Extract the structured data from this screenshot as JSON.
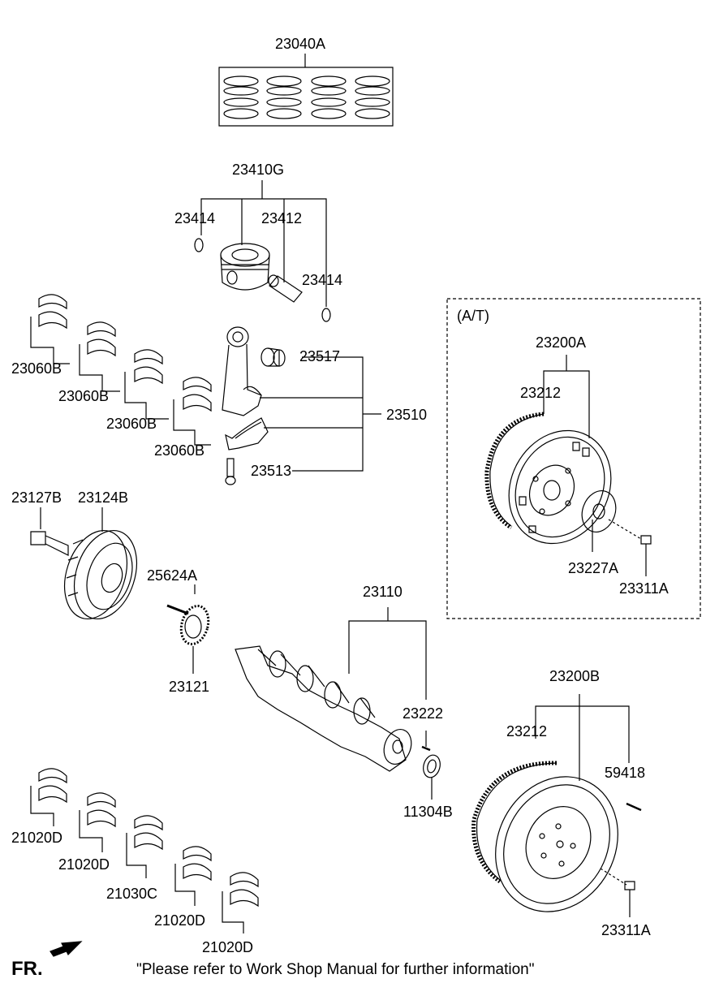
{
  "labels": {
    "ring_set": "23040A",
    "piston_assy": "23410G",
    "snap_ring_left": "23414",
    "piston_pin": "23412",
    "snap_ring_right": "23414",
    "bush": "23517",
    "conrod_assy": "23510",
    "conrod_bolt": "23513",
    "conrod_bearing_1": "23060B",
    "conrod_bearing_2": "23060B",
    "conrod_bearing_3": "23060B",
    "conrod_bearing_4": "23060B",
    "at_tag": "(A/T)",
    "drive_plate_assy": "23200A",
    "ring_gear_at": "23212",
    "adapter_plate": "23227A",
    "drive_plate_bolt": "23311A",
    "pulley_bolt": "23127B",
    "damper_pulley": "23124B",
    "key": "25624A",
    "sprocket": "23121",
    "crankshaft": "23110",
    "pin": "23222",
    "oil_seal": "11304B",
    "flywheel_assy": "23200B",
    "ring_gear_mt": "23212",
    "dowel": "59418",
    "flywheel_bolt": "23311A",
    "main_bearing_1": "21020D",
    "main_bearing_2": "21020D",
    "thrust_bearing": "21030C",
    "main_bearing_3": "21020D",
    "main_bearing_4": "21020D"
  },
  "footer": {
    "front_marker": "FR.",
    "note": "\"Please refer to Work Shop Manual for further information\""
  },
  "colors": {
    "line": "#000000",
    "background": "#ffffff"
  }
}
